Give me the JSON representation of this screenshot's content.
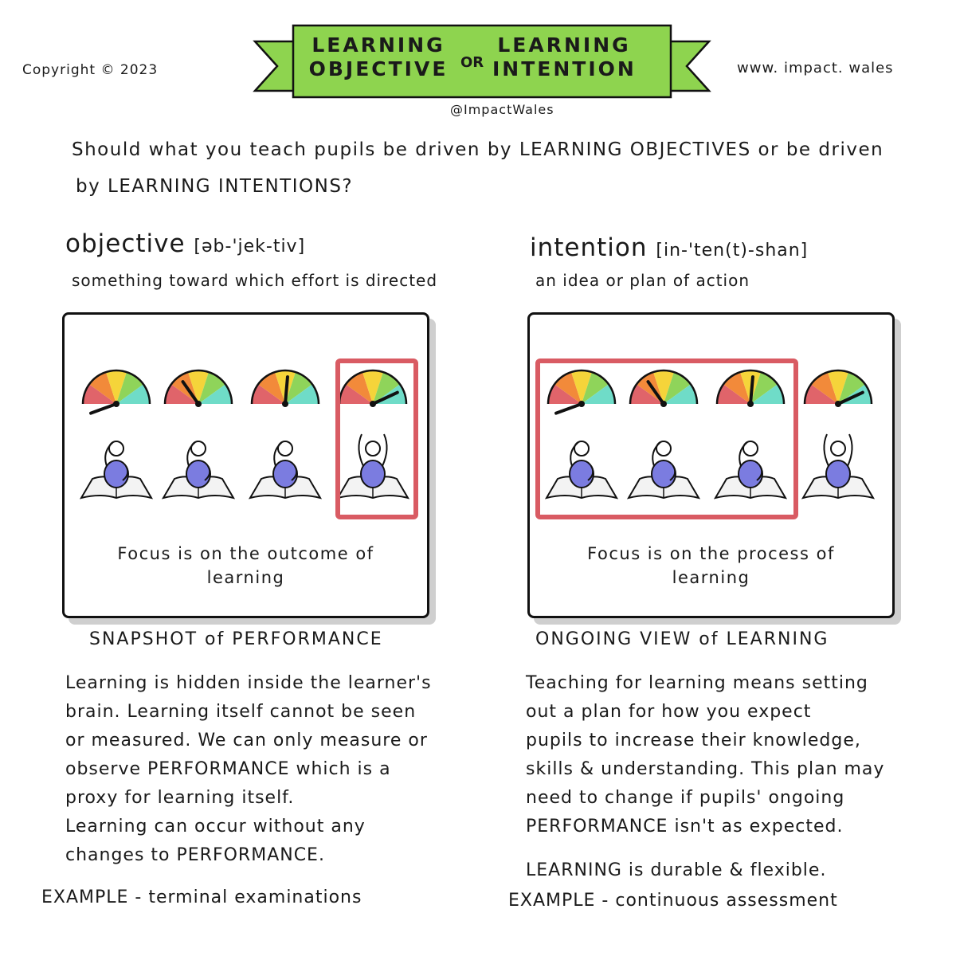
{
  "header": {
    "copyright": "Copyright © 2023",
    "website": "www. impact. wales",
    "handle": "@ImpactWales",
    "title_left_line1": "LEARNING",
    "title_left_line2": "OBJECTIVE",
    "title_or": "OR",
    "title_right_line1": "LEARNING",
    "title_right_line2": "INTENTION"
  },
  "question_line1": "Should what you teach pupils be driven by LEARNING OBJECTIVES or be driven",
  "question_line2": "by LEARNING INTENTIONS?",
  "objective": {
    "term": "objective",
    "pronunciation": "[əb-'jek-tiv]",
    "definition": "something toward which effort is directed",
    "caption_line1": "Focus is on the outcome of",
    "caption_line2": "learning",
    "heading": "SNAPSHOT of PERFORMANCE",
    "body": [
      "Learning is hidden inside the learner's",
      "brain. Learning itself cannot be seen",
      "or measured. We can only measure or",
      "observe PERFORMANCE which is a",
      "proxy for learning itself.",
      "Learning can occur without any",
      "changes to PERFORMANCE."
    ],
    "example": "EXAMPLE - terminal examinations"
  },
  "intention": {
    "term": "intention",
    "pronunciation": "[in-'ten(t)-shan]",
    "definition": "an idea or plan of action",
    "caption_line1": "Focus is on the process of",
    "caption_line2": "learning",
    "heading": "ONGOING VIEW of LEARNING",
    "body": [
      "Teaching for learning means setting",
      "out a plan for how you expect",
      "pupils to increase their knowledge,",
      "skills & understanding. This plan may",
      "need to change if pupils' ongoing",
      "PERFORMANCE isn't as expected."
    ],
    "learning_note": "LEARNING is durable & flexible.",
    "example": "EXAMPLE - continuous assessment"
  },
  "colors": {
    "banner_green": "#8ed44f",
    "highlight_red": "#d95b63",
    "figure_purple": "#7b7ce0",
    "gauge": [
      "#e0646a",
      "#f28a3a",
      "#f5d43a",
      "#8fd45a",
      "#6fdcc8"
    ]
  }
}
